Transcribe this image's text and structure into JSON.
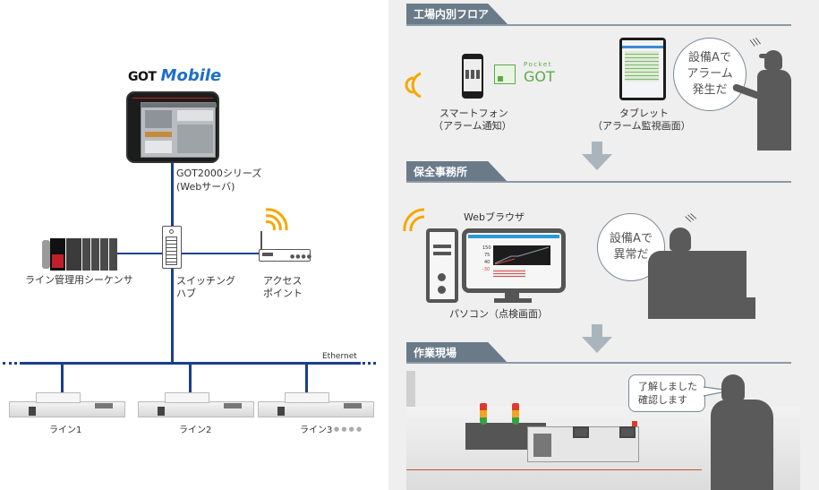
{
  "left_diagram": {
    "logo": {
      "prefix": "GOT",
      "suffix": "Mobile"
    },
    "got_device": {
      "name": "GOT2000シリーズ",
      "role": "(Webサーバ)"
    },
    "sequencer": {
      "label": "ライン管理用シーケンサ"
    },
    "switching_hub": {
      "line1": "スイッチング",
      "line2": "ハブ"
    },
    "access_point": {
      "line1": "アクセス",
      "line2": "ポイント"
    },
    "network": {
      "label": "Ethernet"
    },
    "lines": [
      {
        "label": "ライン1"
      },
      {
        "label": "ライン2"
      },
      {
        "label": "ライン3"
      }
    ],
    "more_indicator": "● ● ● ●"
  },
  "right_panel": {
    "sections": [
      {
        "title": "工場内別フロア",
        "devices": [
          {
            "line1": "スマートフォン",
            "line2": "（アラーム通知）"
          },
          {
            "line1": "タブレット",
            "line2": "（アラーム監視画面）"
          }
        ],
        "app_logo": {
          "top": "Pocket",
          "bottom": "GOT"
        },
        "speech": [
          "設備Aで",
          "アラーム",
          "発生だ"
        ]
      },
      {
        "title": "保全事務所",
        "browser_label": "Webブラウザ",
        "pc_label": "パソコン（点検画面）",
        "pc_screen_values": [
          "150",
          "75",
          "40",
          "-30"
        ],
        "speech": [
          "設備Aで",
          "異常だ"
        ]
      },
      {
        "title": "作業現場",
        "speech": [
          "了解しました",
          "確認します"
        ]
      }
    ]
  },
  "colors": {
    "network_line": "#1b3f8f",
    "wifi": "#f4a800",
    "section_header": "#6a7a89",
    "logo_blue": "#1e6fc8",
    "pocket_got_green": "#5aab47",
    "silhouette": "#5a5a5a",
    "panel_bg": "#efefef"
  }
}
